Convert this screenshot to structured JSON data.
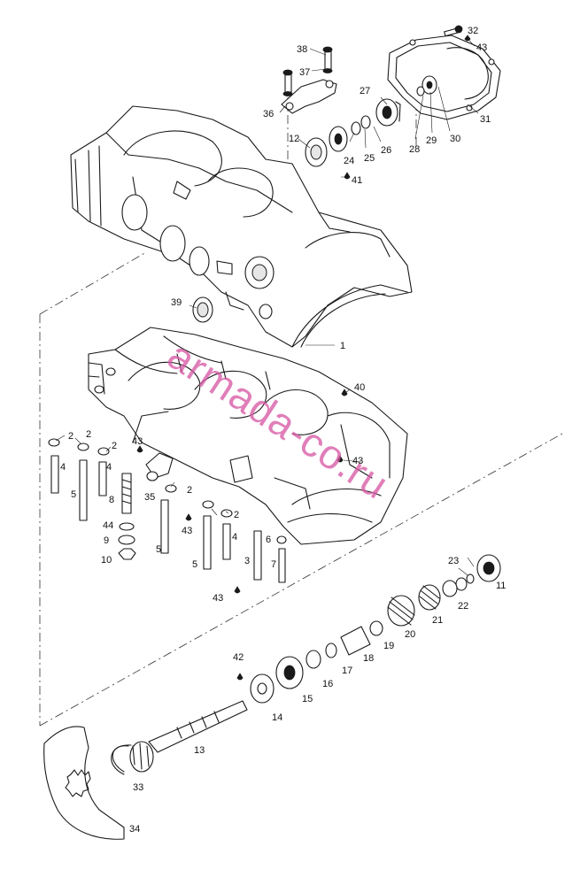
{
  "watermark": "armada-co.ru",
  "callouts": [
    "1",
    "2",
    "2",
    "2",
    "2",
    "2",
    "3",
    "4",
    "4",
    "4",
    "5",
    "5",
    "5",
    "6",
    "7",
    "8",
    "9",
    "10",
    "11",
    "12",
    "13",
    "14",
    "15",
    "16",
    "17",
    "18",
    "19",
    "20",
    "21",
    "22",
    "23",
    "24",
    "25",
    "26",
    "27",
    "28",
    "29",
    "30",
    "31",
    "32",
    "33",
    "34",
    "35",
    "36",
    "37",
    "38",
    "39",
    "40",
    "41",
    "42",
    "43",
    "43",
    "43",
    "43",
    "43",
    "44"
  ]
}
